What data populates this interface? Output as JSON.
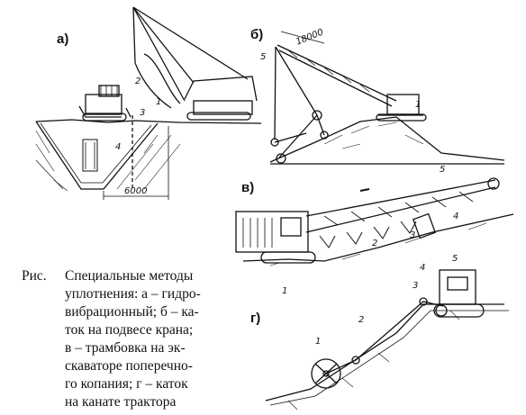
{
  "panels": {
    "a": {
      "label": "а)",
      "dimension": "6000",
      "numbers": [
        "1",
        "2",
        "3",
        "4"
      ]
    },
    "b": {
      "label": "б)",
      "dimension": "18000",
      "numbers": [
        "5",
        "1"
      ]
    },
    "v": {
      "label": "в)",
      "numbers": [
        "5",
        "4",
        "3",
        "2",
        "1"
      ]
    },
    "g": {
      "label": "г)",
      "numbers": [
        "5",
        "4",
        "3",
        "2",
        "1"
      ]
    }
  },
  "caption": {
    "prefix": "Рис.",
    "lines": [
      "Специальные методы",
      "уплотнения: а – гидро-",
      "вибрационный; б – ка-",
      "ток на подвесе крана;",
      "в – трамбовка на эк-",
      "скаваторе поперечно-",
      "го копания; г – каток",
      "на канате трактора"
    ]
  }
}
